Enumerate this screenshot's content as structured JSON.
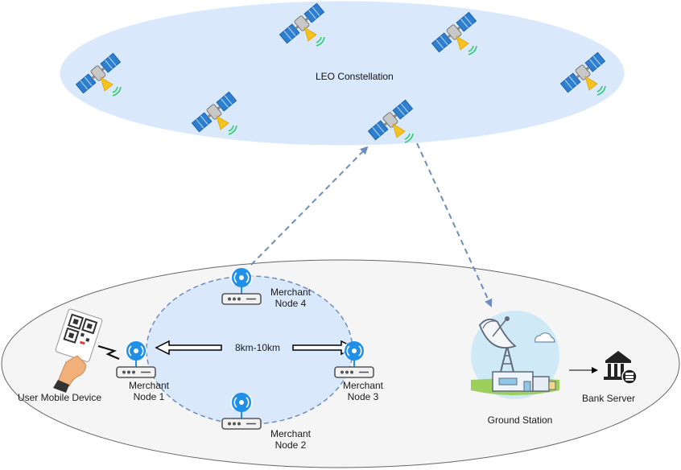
{
  "labels": {
    "leo_constellation": "LEO Constellation",
    "distance": "8km-10km",
    "merchant_node_1": [
      "Merchant",
      "Node 1"
    ],
    "merchant_node_2": [
      "Merchant",
      "Node 2"
    ],
    "merchant_node_3": [
      "Merchant",
      "Node 3"
    ],
    "merchant_node_4": [
      "Merchant",
      "Node 4"
    ],
    "user_mobile_device": "User Mobile Device",
    "ground_station": "Ground Station",
    "bank_server": "Bank Server"
  },
  "colors": {
    "sky_ellipse": "#dae8fc",
    "ground_ellipse": "#f5f5f5",
    "mesh_ellipse": "#dae8fc",
    "link_arrow": "#6c8ebf",
    "satellite_panel": "#2f7fd1",
    "satellite_beam": "#f7c21e",
    "signal_green": "#2ecc71",
    "router_icon": "#1f8fe8"
  },
  "icons": {
    "satellite": "satellite-icon",
    "router": "wifi-router-icon",
    "phone": "qr-payment-phone-icon",
    "ground_station": "satellite-dish-icon",
    "bank": "bank-building-icon"
  }
}
